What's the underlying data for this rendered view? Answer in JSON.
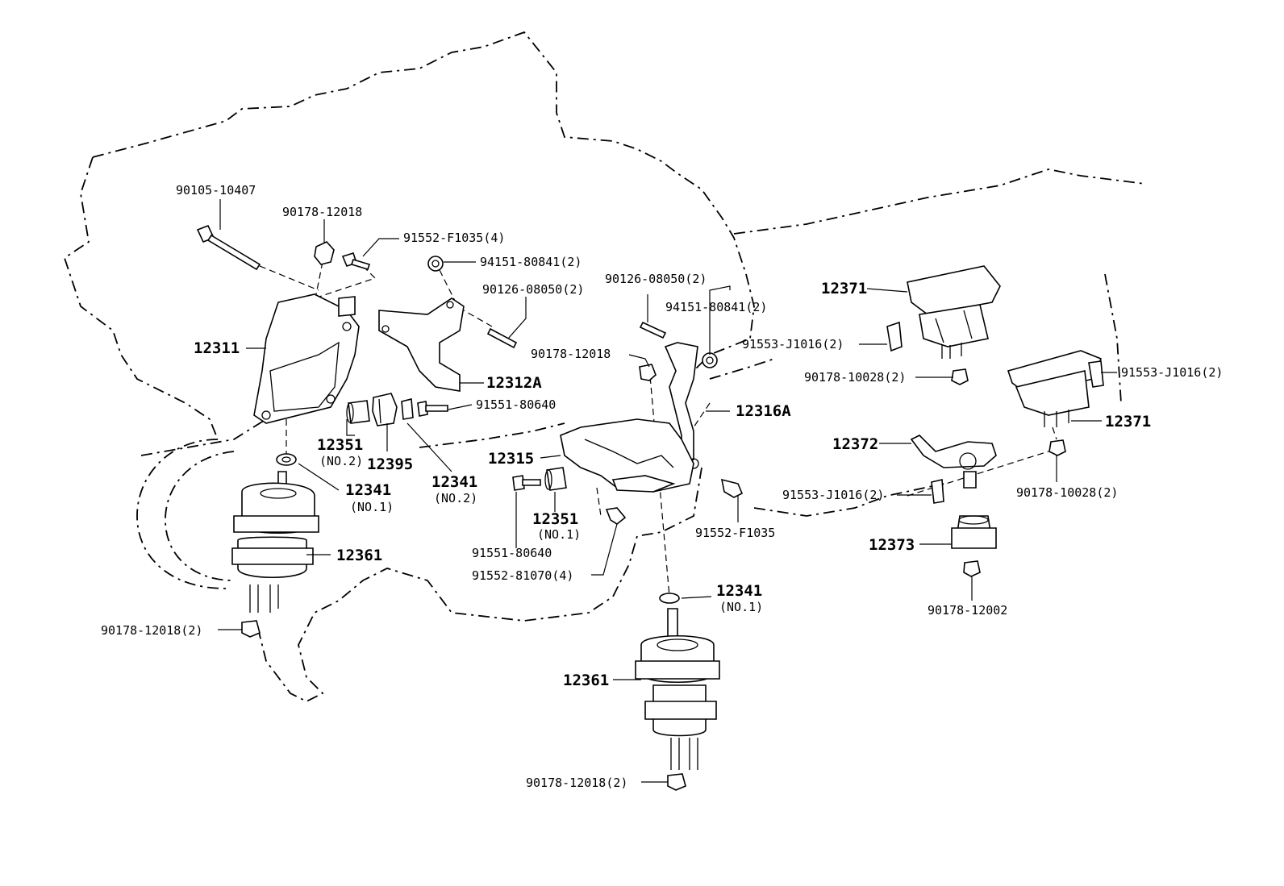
{
  "labels": {
    "bolt_90105_10407": "90105-10407",
    "nut_90178_12018_top": "90178-12018",
    "bolt_91552_F1035_4": "91552-F1035(4)",
    "nut_94151_80841_2_a": "94151-80841(2)",
    "stud_90126_08050_2_a": "90126-08050(2)",
    "stud_90126_08050_2_b": "90126-08050(2)",
    "nut_94151_80841_2_b": "94151-80841(2)",
    "bracket_12311": "12311",
    "bracket_12312A": "12312A",
    "bolt_91551_80640_a": "91551-80640",
    "nut_90178_12018_mid": "90178-12018",
    "bracket_12316A": "12316A",
    "stopper_12351_no2": "12351",
    "stopper_12351_no2_sub": "(NO.2)",
    "spacer_12395": "12395",
    "insulator_12341_no2": "12341",
    "insulator_12341_no2_sub": "(NO.2)",
    "insulator_12341_no1_left": "12341",
    "insulator_12341_no1_left_sub": "(NO.1)",
    "bracket_12315": "12315",
    "stopper_12351_no1": "12351",
    "stopper_12351_no1_sub": "(NO.1)",
    "bolt_91551_80640_b": "91551-80640",
    "bolt_91552_81070_4": "91552-81070(4)",
    "bolt_91552_F1035": "91552-F1035",
    "mount_12361_left": "12361",
    "nut_90178_12018_2_left": "90178-12018(2)",
    "insulator_12341_no1_center": "12341",
    "insulator_12341_no1_center_sub": "(NO.1)",
    "mount_12361_center": "12361",
    "nut_90178_12018_2_center": "90178-12018(2)",
    "mount_12371_top": "12371",
    "bolt_91553_J1016_2_a": "91553-J1016(2)",
    "nut_90178_10028_2_a": "90178-10028(2)",
    "bolt_91553_J1016_2_b": "91553-J1016(2)",
    "mount_12371_right": "12371",
    "bracket_12372": "12372",
    "bolt_91553_J1016_2_c": "91553-J1016(2)",
    "nut_90178_10028_2_b": "90178-10028(2)",
    "cushion_12373": "12373",
    "nut_90178_12002": "90178-12002"
  }
}
